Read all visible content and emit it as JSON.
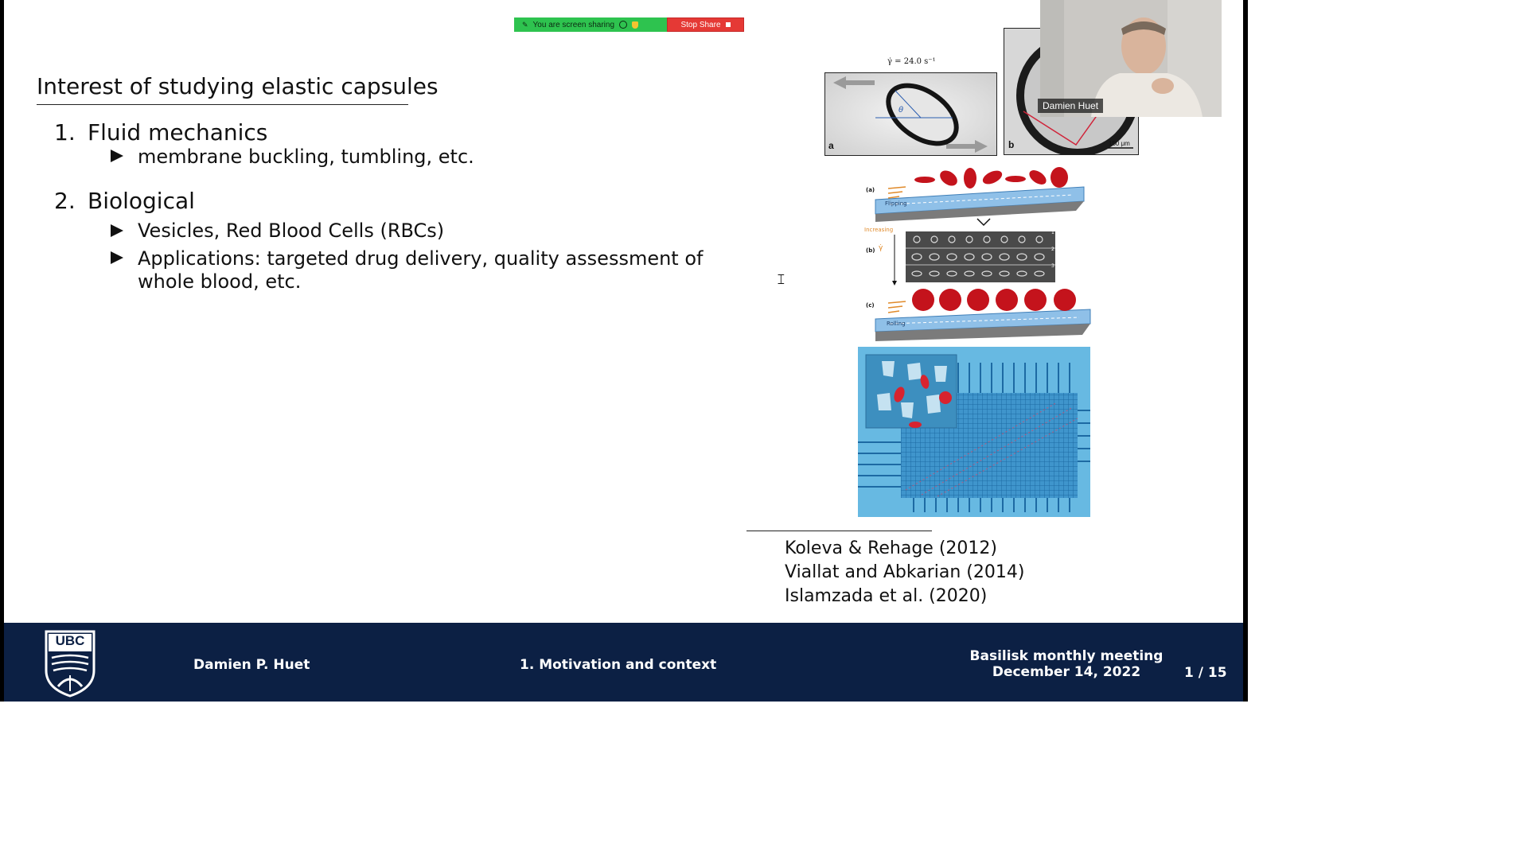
{
  "screen_share": {
    "status_text": "You are screen sharing",
    "stop_label": "Stop Share"
  },
  "slide": {
    "title": "Interest of studying elastic capsules",
    "sections": [
      {
        "number": "1.",
        "heading": "Fluid mechanics",
        "items": [
          "membrane buckling, tumbling, etc."
        ]
      },
      {
        "number": "2.",
        "heading": "Biological",
        "items": [
          "Vesicles, Red Blood Cells (RBCs)",
          "Applications: targeted drug delivery, quality assessment of",
          "whole blood, etc."
        ]
      }
    ],
    "figure_top": {
      "shear_rate": "γ̇ = 24.0 s⁻¹",
      "label_a": "a",
      "label_b": "b",
      "theta": "θ",
      "scale": "150 μm"
    },
    "figure_rbc": {
      "label_a": "(a)",
      "label_b": "(b)",
      "label_c": "(c)",
      "flipping": "Flipping",
      "rolling": "Rolling",
      "increasing": "Increasing",
      "gamma": "γ̇",
      "row1": "1",
      "row2": "2",
      "row3": "3"
    },
    "references": [
      "Koleva & Rehage (2012)",
      "Viallat and Abkarian (2014)",
      "Islamzada et al. (2020)"
    ]
  },
  "webcam": {
    "participant_name": "Damien Huet"
  },
  "footer": {
    "logo_text": "UBC",
    "author": "Damien P. Huet",
    "section": "1. Motivation and context",
    "event_line1": "Basilisk monthly meeting",
    "event_line2": "December 14, 2022",
    "page": "1 / 15"
  }
}
